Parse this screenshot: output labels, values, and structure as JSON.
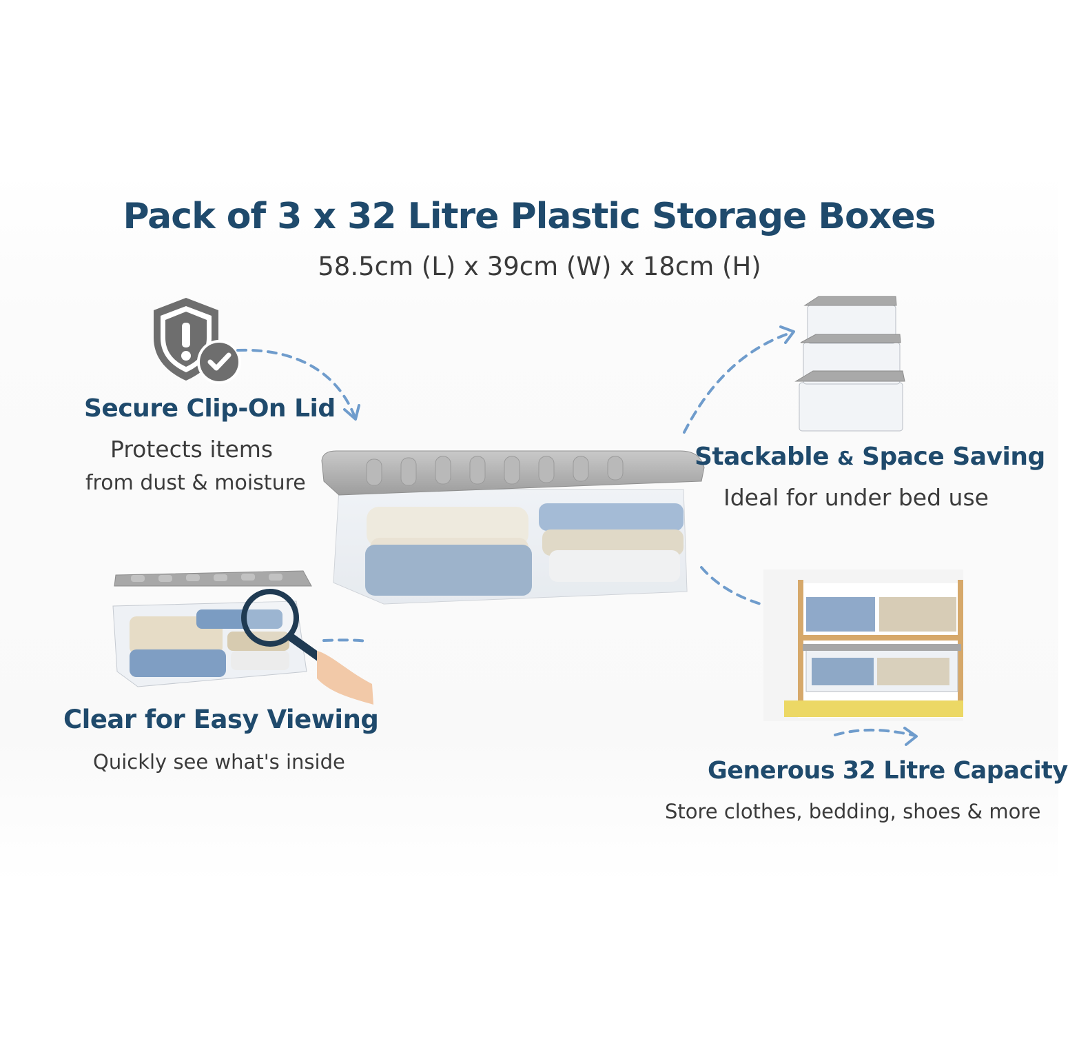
{
  "header": {
    "title": "Pack of 3 x 32 Litre Plastic Storage Boxes",
    "dimensions": "58.5cm (L) x 39cm (W) x 18cm (H)"
  },
  "features": {
    "lid": {
      "title": "Secure Clip-On Lid",
      "line1": "Protects items",
      "line2": "from dust & moisture",
      "icon": "shield-exclamation-check-icon"
    },
    "stackable": {
      "title_part1": "Stackable",
      "title_amp": "&",
      "title_part2": "Space Saving",
      "line1": "Ideal for under bed use"
    },
    "clear": {
      "title": "Clear for Easy Viewing",
      "line1": "Quickly see what's inside",
      "icon": "magnifying-glass-icon"
    },
    "capacity": {
      "title": "Generous 32 Litre Capacity",
      "line1": "Store clothes, bedding, shoes & more"
    }
  },
  "colors": {
    "heading": "#1f4a6c",
    "body_text": "#3b3b3b",
    "arrow": "#6f9ccc",
    "lid_grey": "#a8a8a8",
    "icon_grey": "#6b6b6b"
  }
}
